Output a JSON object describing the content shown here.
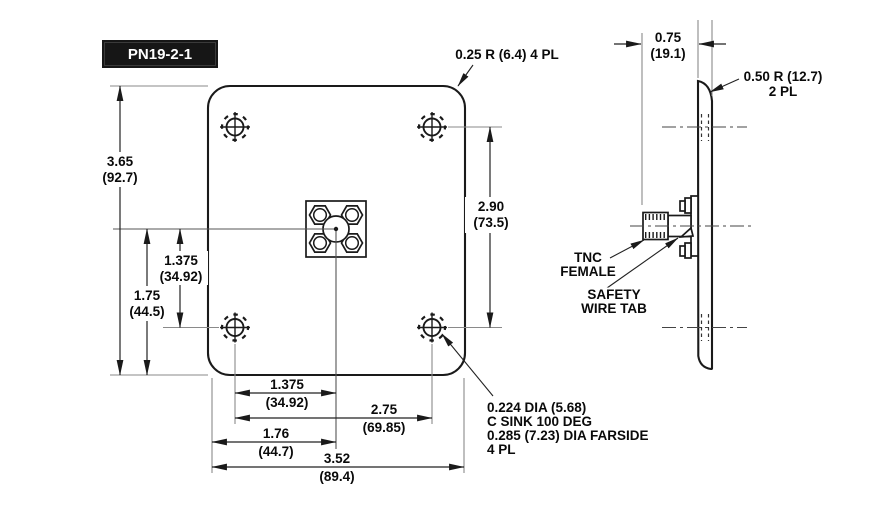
{
  "part_label": "PN19-2-1",
  "colors": {
    "line": "#1a1a1a",
    "extension_line": "#8a8a8a",
    "background": "#ffffff",
    "part_label_bg": "#161616",
    "part_label_fg": "#ffffff"
  },
  "front_view": {
    "dims": {
      "plate_height": {
        "value": "3.65",
        "metric": "(92.7)"
      },
      "hole_row_offset": {
        "value": "1.375",
        "metric": "(34.92)"
      },
      "center_to_bottom": {
        "value": "1.75",
        "metric": "(44.5)"
      },
      "hole_span_vertical": {
        "value": "2.90",
        "metric": "(73.5)"
      },
      "hole_col_offset": {
        "value": "1.375",
        "metric": "(34.92)"
      },
      "hole_span_horizontal": {
        "value": "2.75",
        "metric": "(69.85)"
      },
      "center_to_edge": {
        "value": "1.76",
        "metric": "(44.7)"
      },
      "plate_width": {
        "value": "3.52",
        "metric": "(89.4)"
      }
    },
    "callouts": {
      "corner_radius": "0.25 R (6.4) 4 PL",
      "hole_spec": [
        "0.224 DIA (5.68)",
        "C SINK 100 DEG",
        "0.285 (7.23) DIA FARSIDE",
        "4 PL"
      ]
    }
  },
  "side_view": {
    "dims": {
      "connector_protrusion": {
        "value": "0.75",
        "metric": "(19.1)"
      }
    },
    "callouts": {
      "edge_radius": "0.50 R (12.7)",
      "edge_radius_places": "2 PL"
    },
    "labels": {
      "connector_line1": "TNC",
      "connector_line2": "FEMALE",
      "tab_line1": "SAFETY",
      "tab_line2": "WIRE TAB"
    }
  }
}
